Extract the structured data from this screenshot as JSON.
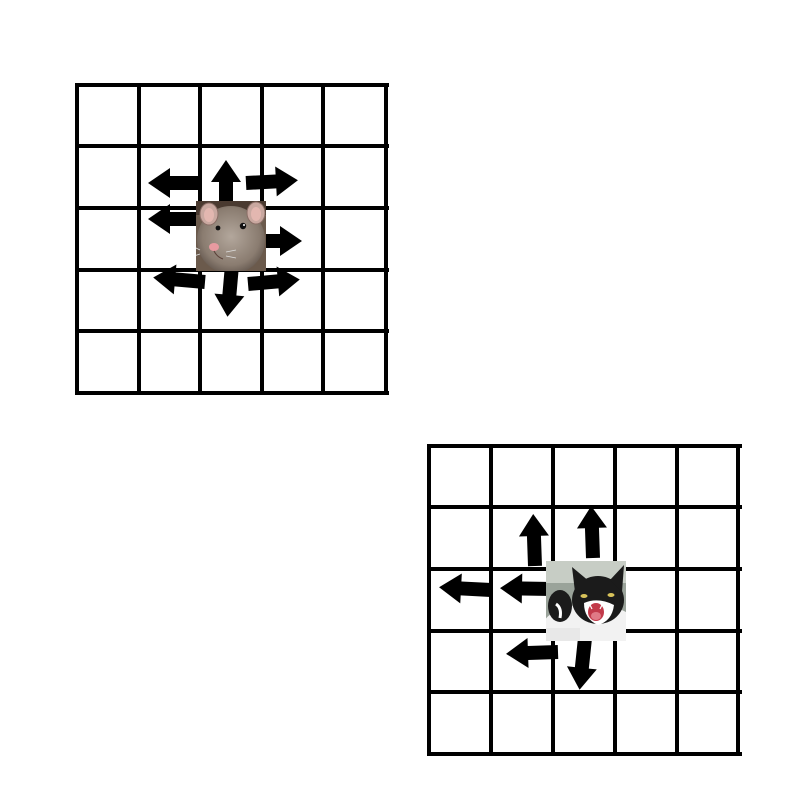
{
  "diagram": {
    "panels": [
      {
        "id": "rat-board",
        "rows": 5,
        "cols": 5,
        "piece": {
          "animal": "rat",
          "row": 2,
          "col": 2
        },
        "moves": [
          {
            "dir": "left",
            "from_row": 1,
            "label": ""
          },
          {
            "dir": "left",
            "from_row": 2,
            "label": ""
          },
          {
            "dir": "left",
            "from_row": 3,
            "label": ""
          },
          {
            "dir": "up",
            "label": ""
          },
          {
            "dir": "down",
            "label": ""
          },
          {
            "dir": "right",
            "from_row": 1,
            "label": ""
          },
          {
            "dir": "right",
            "from_row": 2,
            "label": ""
          },
          {
            "dir": "right",
            "from_row": 3,
            "label": ""
          }
        ]
      },
      {
        "id": "cat-board",
        "rows": 5,
        "cols": 5,
        "piece": {
          "animal": "cat",
          "row": 2,
          "col": 2
        },
        "moves": [
          {
            "dir": "up",
            "label": ""
          },
          {
            "dir": "up",
            "label": ""
          },
          {
            "dir": "left",
            "label": ""
          },
          {
            "dir": "left",
            "label": ""
          },
          {
            "dir": "left",
            "label": ""
          },
          {
            "dir": "down",
            "label": ""
          }
        ]
      }
    ],
    "colors": {
      "grid": "#000000",
      "arrow_fill": "#ffffff",
      "arrow_stroke": "#222222"
    }
  }
}
